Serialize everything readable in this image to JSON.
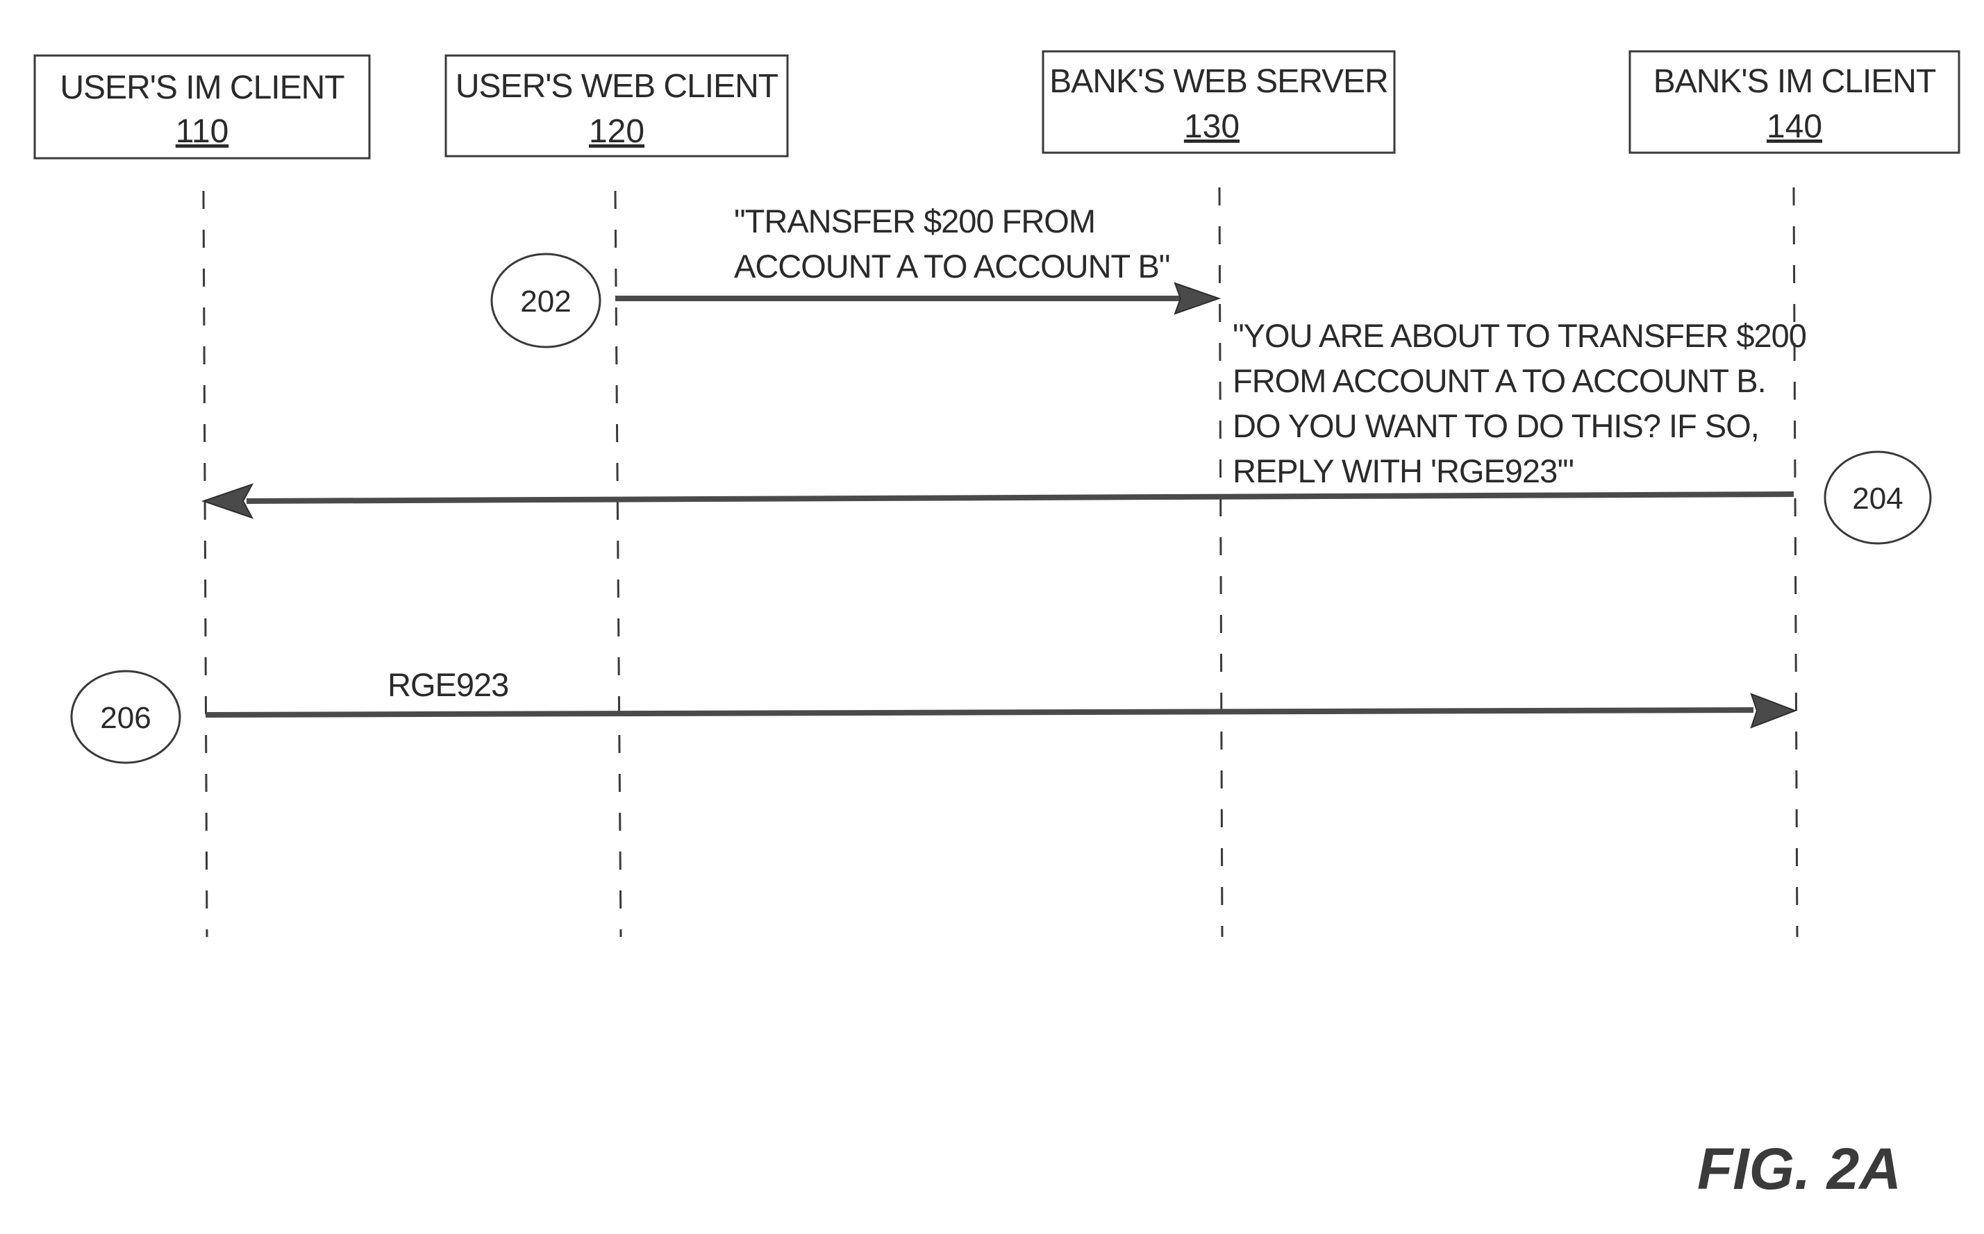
{
  "participants": [
    {
      "title": "USER'S IM CLIENT",
      "number": "110"
    },
    {
      "title": "USER'S WEB CLIENT",
      "number": "120"
    },
    {
      "title": "BANK'S WEB SERVER",
      "number": "130"
    },
    {
      "title": "BANK'S IM CLIENT",
      "number": "140"
    }
  ],
  "messages": [
    {
      "ref": "202",
      "from": "USER'S WEB CLIENT",
      "to": "BANK'S WEB SERVER",
      "text_lines": [
        "\"TRANSFER $200 FROM",
        "ACCOUNT A TO ACCOUNT B\""
      ]
    },
    {
      "ref": "204",
      "from": "BANK'S IM CLIENT",
      "to": "USER'S IM CLIENT",
      "text_lines": [
        "\"YOU ARE ABOUT TO TRANSFER $200",
        "FROM ACCOUNT A TO ACCOUNT B.",
        "DO YOU WANT TO DO THIS? IF SO,",
        "REPLY WITH 'RGE923'\""
      ]
    },
    {
      "ref": "206",
      "from": "USER'S IM CLIENT",
      "to": "BANK'S IM CLIENT",
      "text_lines": [
        "RGE923"
      ]
    }
  ],
  "figure_label": "FIG. 2A"
}
